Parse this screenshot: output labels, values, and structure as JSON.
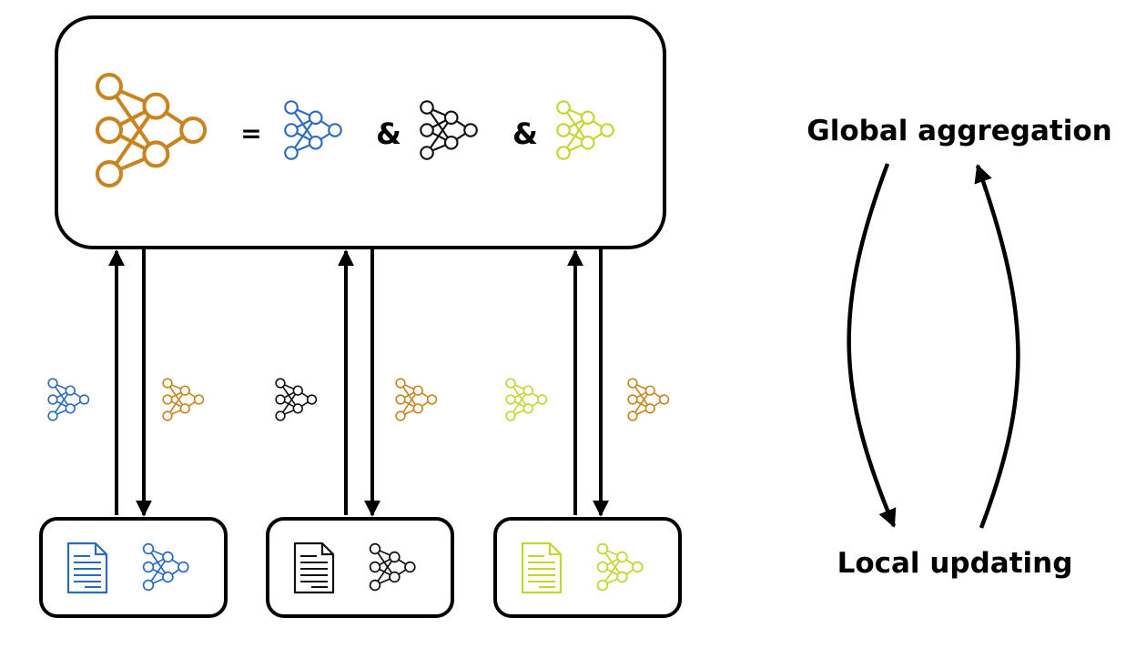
{
  "server": {
    "equals_symbol": "=",
    "join_symbol": "&"
  },
  "labels": {
    "global": "Global aggregation",
    "local": "Local updating"
  },
  "colors": {
    "global": "#C98420",
    "client_1": "#2A6BBF",
    "client_2": "#111111",
    "client_3": "#C2D62E",
    "stroke": "#000000"
  },
  "clients": [
    {
      "id": "client-1",
      "color_key": "client_1",
      "icon": "document-icon",
      "model_icon": "neural-network-icon"
    },
    {
      "id": "client-2",
      "color_key": "client_2",
      "icon": "document-icon",
      "model_icon": "neural-network-icon"
    },
    {
      "id": "client-3",
      "color_key": "client_3",
      "icon": "document-icon",
      "model_icon": "neural-network-icon"
    }
  ]
}
